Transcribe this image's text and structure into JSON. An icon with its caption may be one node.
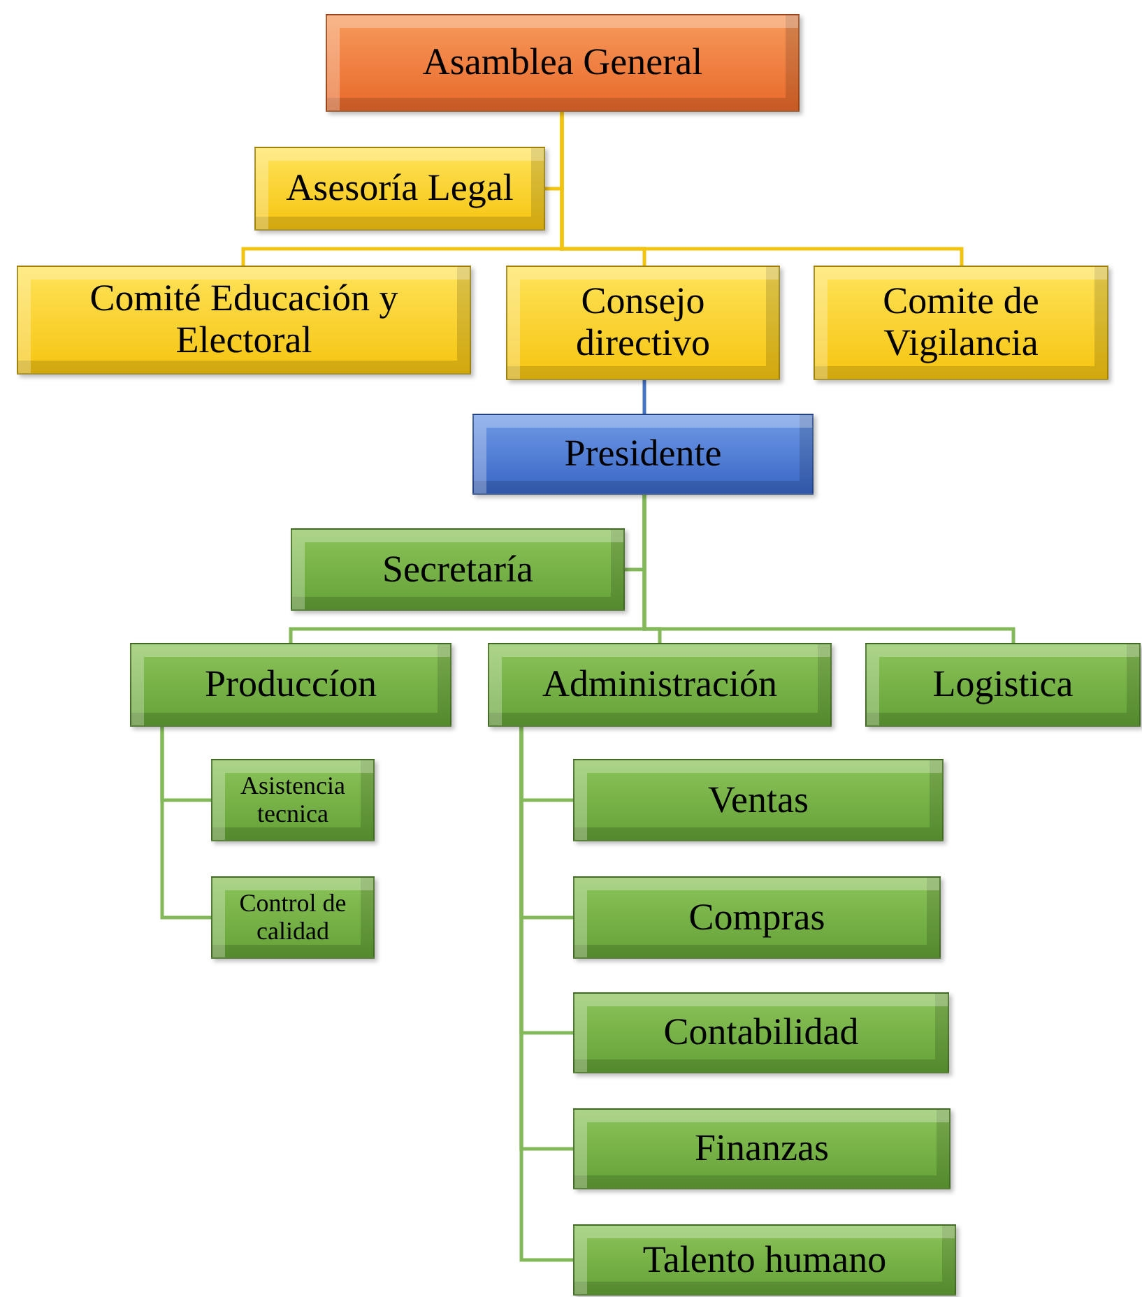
{
  "diagram": {
    "nodes": [
      {
        "text": [
          "Asamblea General"
        ]
      },
      {
        "text": [
          "Asesoría Legal"
        ]
      },
      {
        "text": [
          "Comité Educación y Electoral"
        ]
      },
      {
        "text": [
          "Consejo directivo"
        ]
      },
      {
        "text": [
          "Comite de Vigilancia"
        ]
      },
      {
        "text": [
          "Presidente"
        ]
      },
      {
        "text": [
          "Secretaría"
        ]
      },
      {
        "text": [
          "Produccíon"
        ]
      },
      {
        "text": [
          "Administración"
        ]
      },
      {
        "text": [
          "Logistica"
        ]
      },
      {
        "text": [
          "Asistencia tecnica"
        ]
      },
      {
        "text": [
          "Control de calidad"
        ]
      },
      {
        "text": [
          "Ventas"
        ]
      },
      {
        "text": [
          "Compras"
        ]
      },
      {
        "text": [
          "Contabilidad"
        ]
      },
      {
        "text": [
          "Finanzas"
        ]
      },
      {
        "text": [
          "Talento humano"
        ]
      }
    ],
    "edges": [
      {
        "from": 0,
        "to": 1,
        "arrow": "none",
        "color": "#f2c30f"
      },
      {
        "from": 0,
        "to": 2,
        "arrow": "none",
        "color": "#f2c30f"
      },
      {
        "from": 0,
        "to": 3,
        "arrow": "none",
        "color": "#f2c30f"
      },
      {
        "from": 0,
        "to": 4,
        "arrow": "none",
        "color": "#f2c30f"
      },
      {
        "from": 3,
        "to": 5,
        "arrow": "none",
        "color": "#4472c4"
      },
      {
        "from": 5,
        "to": 6,
        "arrow": "none"
      },
      {
        "from": 5,
        "to": 7,
        "arrow": "none"
      },
      {
        "from": 5,
        "to": 8,
        "arrow": "none"
      },
      {
        "from": 5,
        "to": 9,
        "arrow": "none"
      },
      {
        "from": 7,
        "to": 10,
        "arrow": "none"
      },
      {
        "from": 7,
        "to": 11,
        "arrow": "none"
      },
      {
        "from": 8,
        "to": 12,
        "arrow": "none"
      },
      {
        "from": 8,
        "to": 13,
        "arrow": "none"
      },
      {
        "from": 8,
        "to": 14,
        "arrow": "none"
      },
      {
        "from": 8,
        "to": 15,
        "arrow": "none"
      },
      {
        "from": 8,
        "to": 16,
        "arrow": "none"
      }
    ]
  }
}
